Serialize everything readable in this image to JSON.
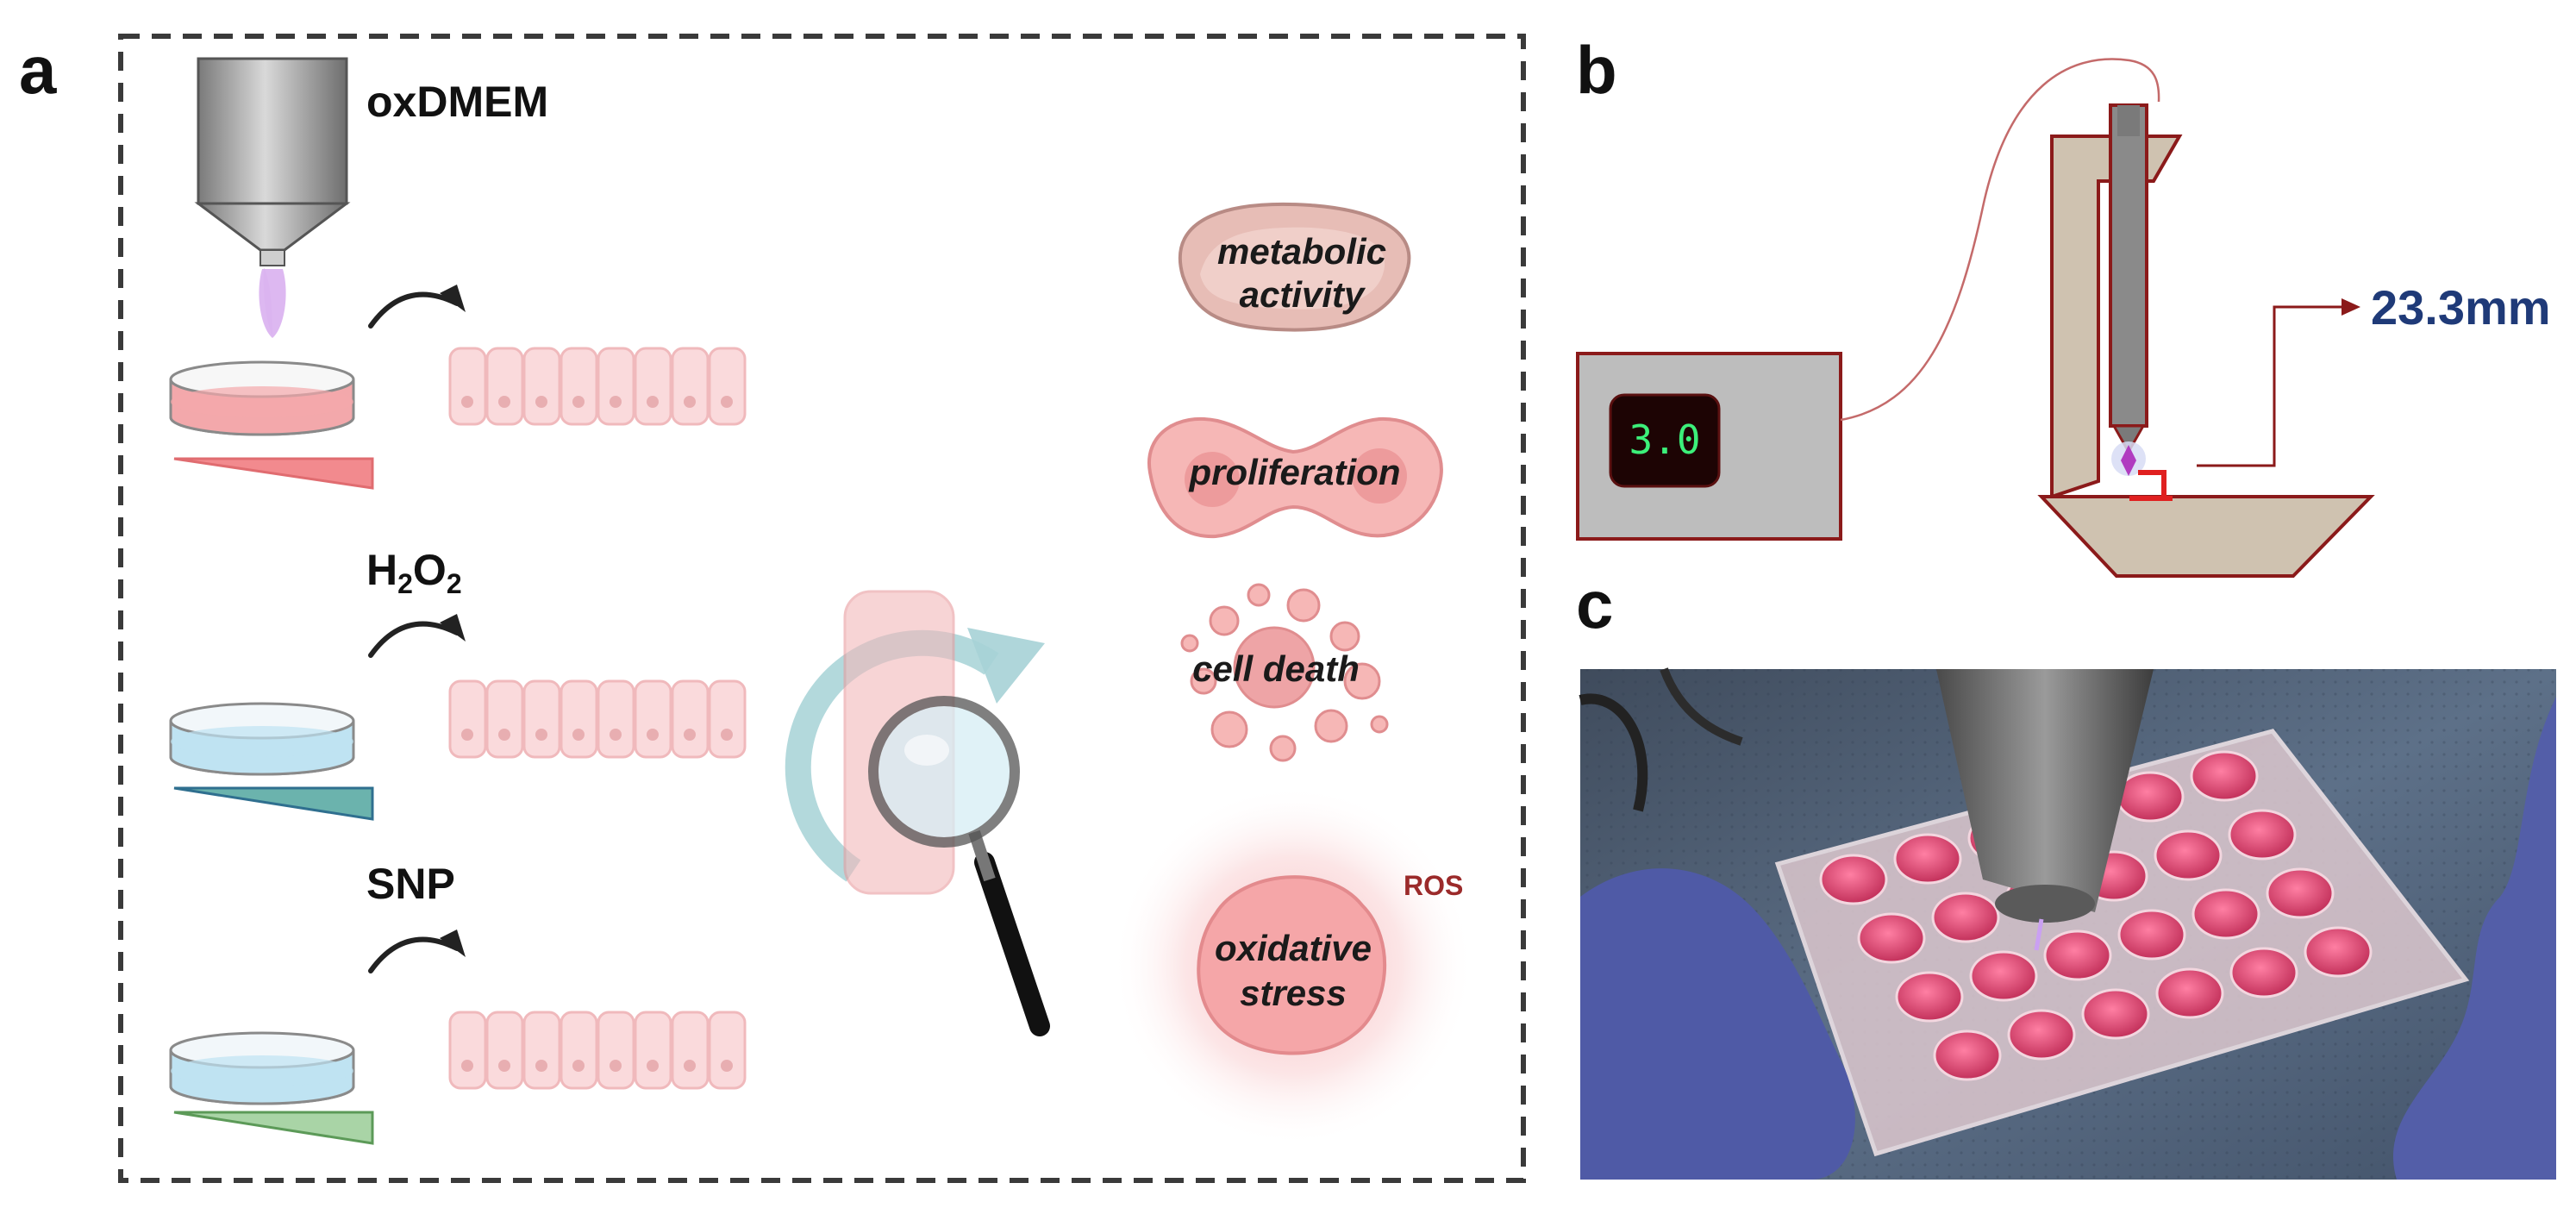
{
  "panels": {
    "a": {
      "letter": "a",
      "agents": [
        {
          "label": "oxDMEM",
          "media_color": "#f3a8ab",
          "wedge_color": "#f28a8e",
          "wedge_stroke": "#e06c70"
        },
        {
          "label": "H2O2",
          "label_main": "H",
          "label_sub1": "2",
          "label_mid": "O",
          "label_sub2": "2",
          "media_color": "#bfe3f2",
          "wedge_color": "#6bb3ad",
          "wedge_stroke": "#2f6f8f"
        },
        {
          "label": "SNP",
          "media_color": "#bfe3f2",
          "wedge_color": "#a9d4a6",
          "wedge_stroke": "#5c9a58"
        }
      ],
      "outcomes": {
        "metabolic_line1": "metabolic",
        "metabolic_line2": "activity",
        "proliferation": "proliferation",
        "cell_death": "cell death",
        "oxidative_line1": "oxidative",
        "oxidative_line2": "stress",
        "ros": "ROS"
      }
    },
    "b": {
      "letter": "b",
      "display_value": "3.0",
      "distance": "23.3mm"
    },
    "c": {
      "letter": "c"
    }
  },
  "colors": {
    "cell_fill": "#fadadc",
    "cell_stroke": "#f0b9bc",
    "dark_red": "#8b1a1a",
    "navy": "#1f3a78",
    "stand_fill": "#cfc2b0",
    "device_grey": "#bdbdbd"
  }
}
